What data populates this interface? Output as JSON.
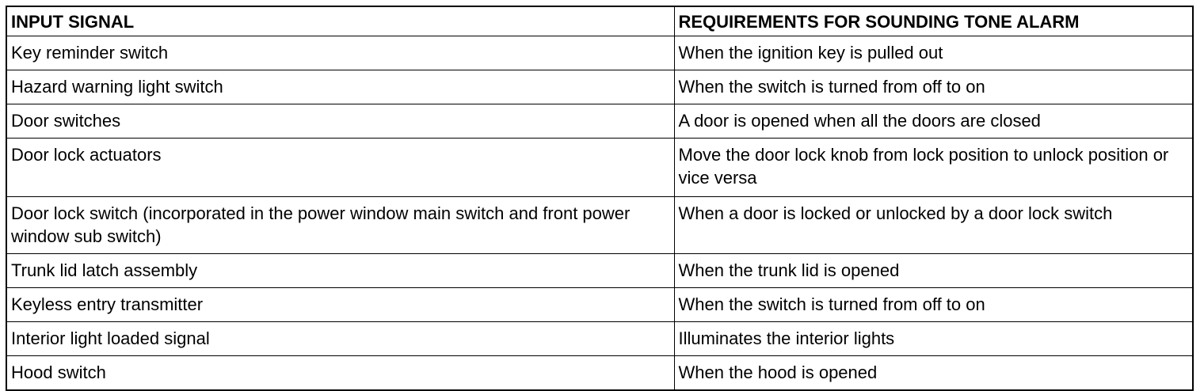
{
  "table": {
    "headers": [
      "INPUT SIGNAL",
      "REQUIREMENTS FOR SOUNDING TONE ALARM"
    ],
    "rows": [
      [
        "Key reminder switch",
        "When the ignition key is pulled out"
      ],
      [
        "Hazard warning light switch",
        "When the switch is turned from off to on"
      ],
      [
        "Door switches",
        "A door is opened when all the doors are closed"
      ],
      [
        "Door lock actuators",
        "Move the door lock knob from lock position to unlock position or vice versa"
      ],
      [
        "Door lock switch (incorporated in the power window main switch and front power window sub switch)",
        "When a door is locked or unlocked by a door lock switch"
      ],
      [
        "Trunk lid latch assembly",
        "When the trunk lid is opened"
      ],
      [
        "Keyless entry transmitter",
        "When the switch is turned from off to on"
      ],
      [
        "Interior light loaded signal",
        "Illuminates the interior lights"
      ],
      [
        "Hood switch",
        "When the hood is opened"
      ]
    ]
  }
}
